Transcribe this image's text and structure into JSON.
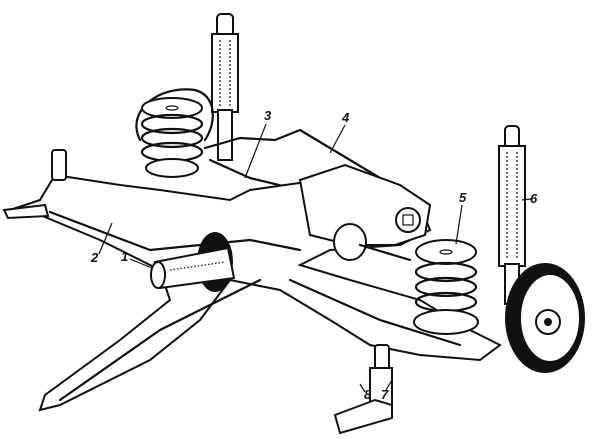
{
  "diagram": {
    "subject": "rear-suspension-assembly",
    "callouts": [
      {
        "number": "1"
      },
      {
        "number": "2"
      },
      {
        "number": "3"
      },
      {
        "number": "4"
      },
      {
        "number": "5"
      },
      {
        "number": "6"
      },
      {
        "number": "7"
      },
      {
        "number": "8"
      }
    ]
  }
}
